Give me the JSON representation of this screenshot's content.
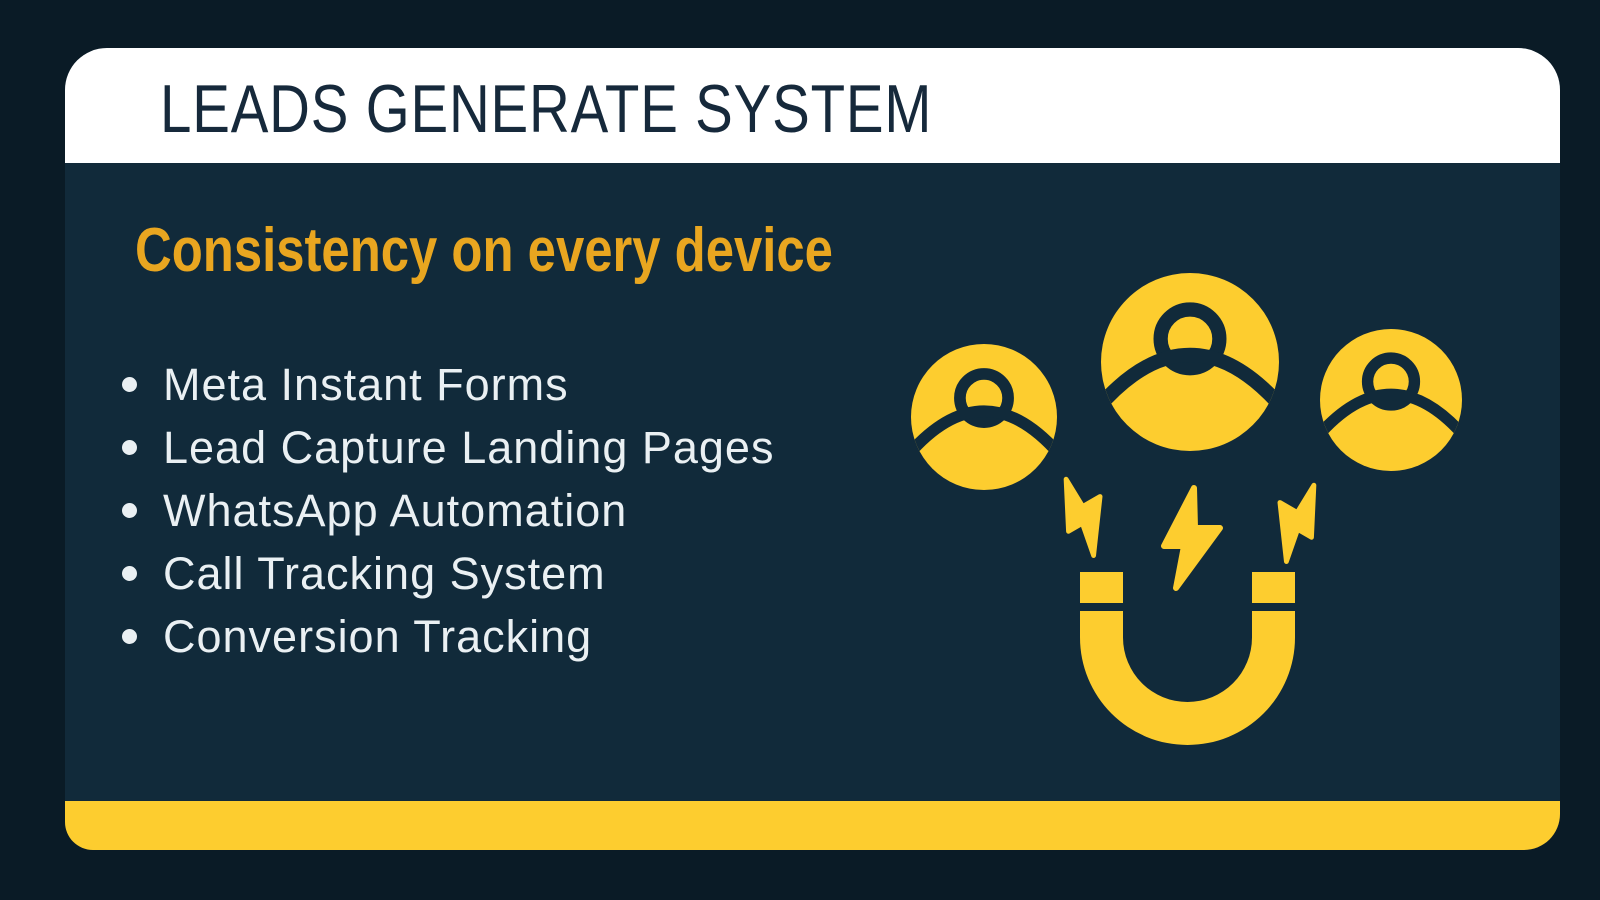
{
  "header": {
    "title": "LEADS GENERATE SYSTEM"
  },
  "body": {
    "heading": "Consistency on every device",
    "features": [
      "Meta Instant Forms",
      "Lead Capture Landing Pages",
      "WhatsApp Automation",
      "Call Tracking System",
      "Conversion Tracking"
    ]
  },
  "illustration": {
    "label": "lead-magnet-attracting-users",
    "icons": [
      "user-avatar-icon",
      "user-avatar-icon",
      "user-avatar-icon",
      "lightning-bolt-icon",
      "lightning-bolt-icon",
      "lightning-bolt-icon",
      "horseshoe-magnet-icon"
    ]
  },
  "colors": {
    "outer-bg": "#0a1b26",
    "card-bg": "#112a3a",
    "header-bg": "#ffffff",
    "title-text": "#16293b",
    "accent-yellow": "#fdcd2f",
    "heading-amber": "#e9a620",
    "list-text": "#eaf0f3"
  }
}
